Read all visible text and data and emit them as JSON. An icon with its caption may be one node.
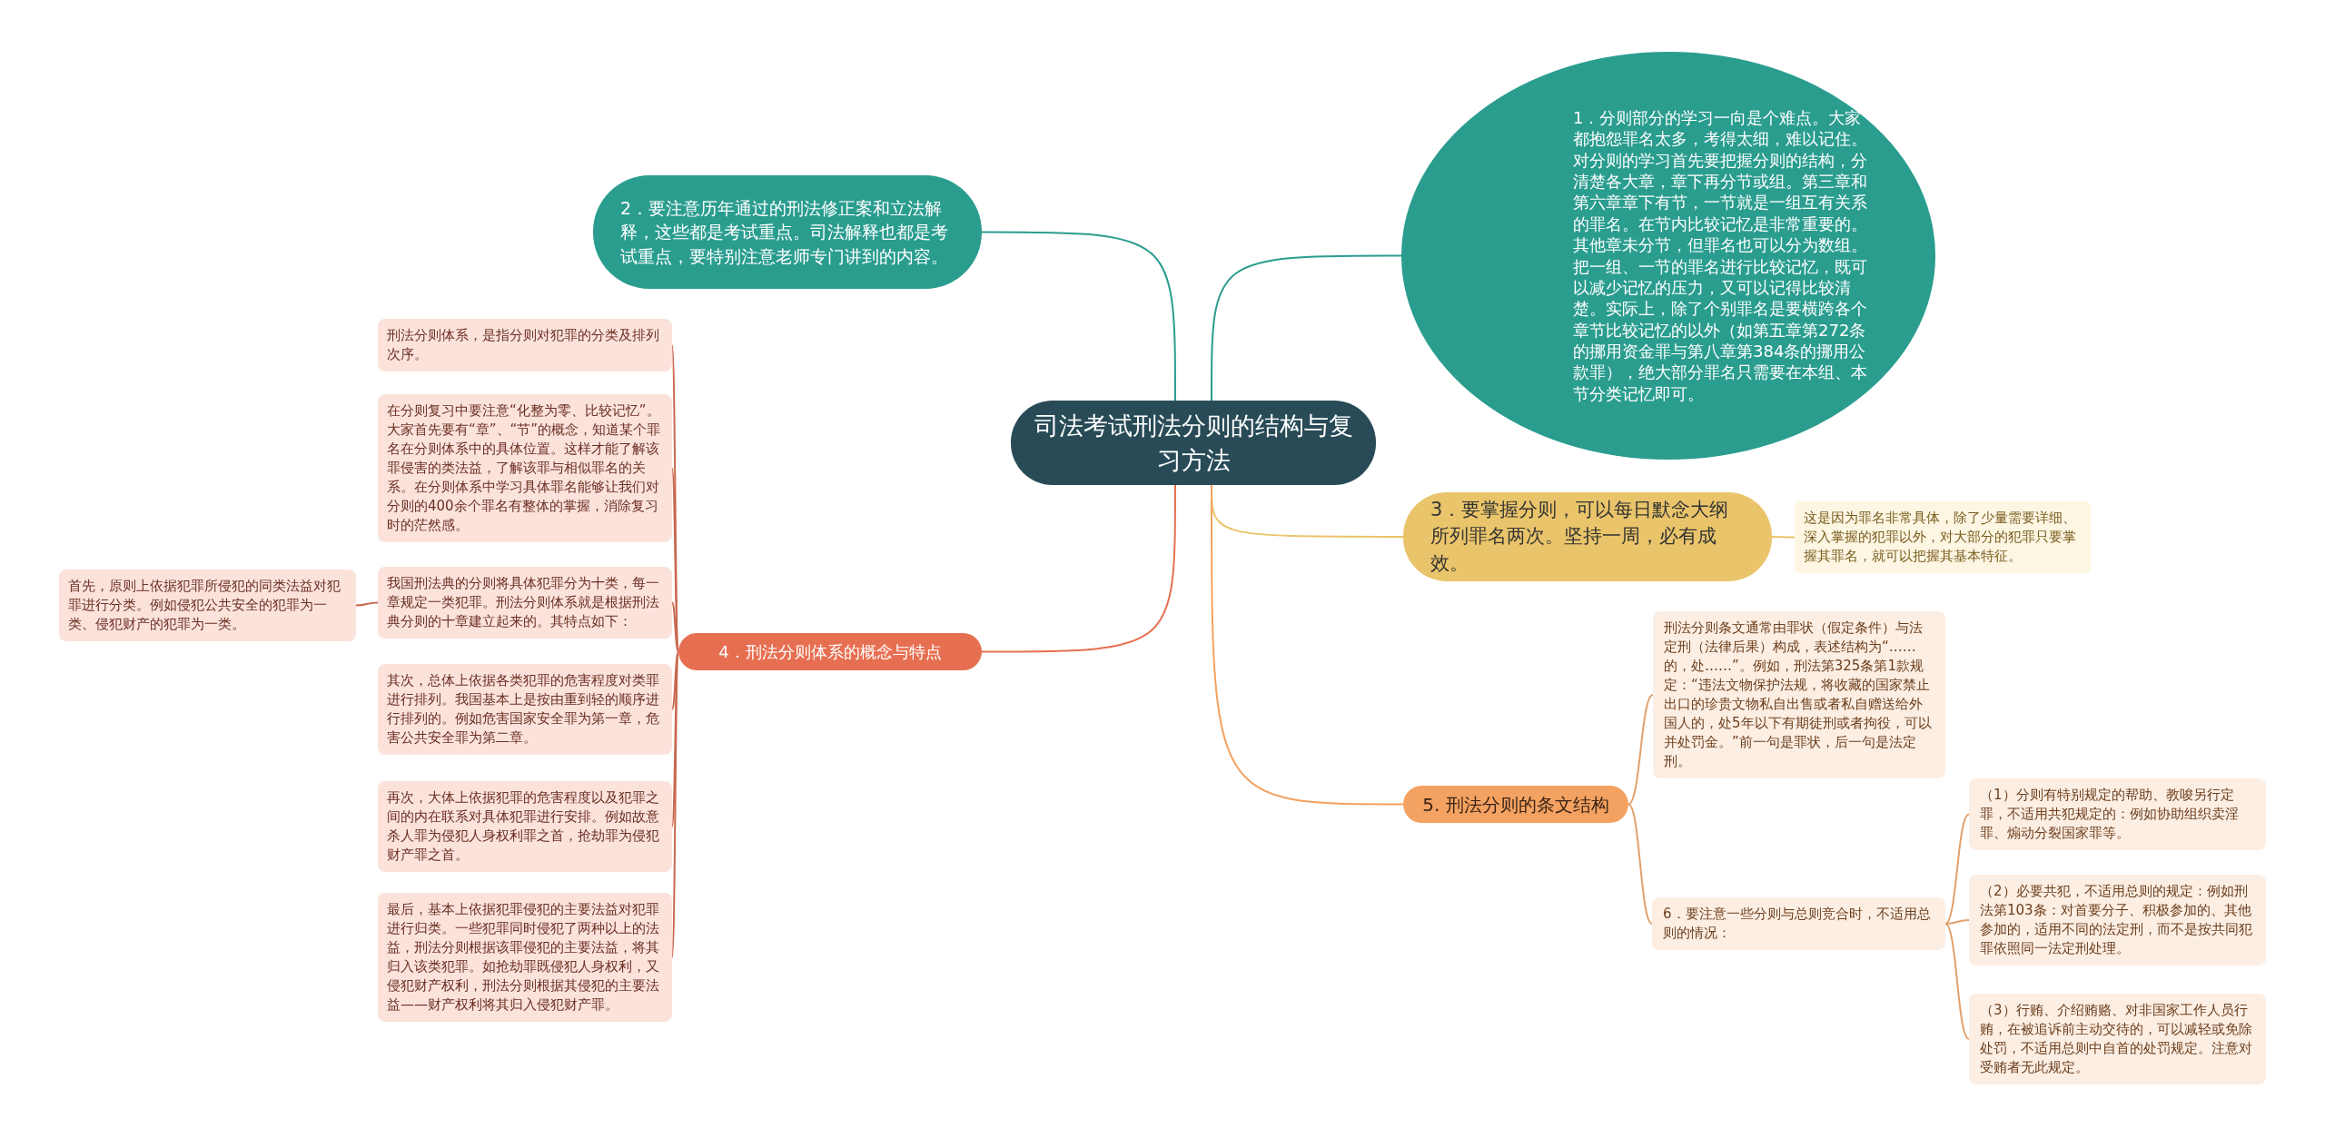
{
  "diagram": {
    "nodes": [
      {
        "text": [
          "司法考试刑法分则的结构与复习方法"
        ]
      },
      {
        "text": [
          "2．要注意历年通过的刑法修正案和立法解释，这些都是考试重点。司法解释也都是考试重点，要特别注意老师专门讲到的内容。"
        ]
      },
      {
        "text": [
          "1．分则部分的学习一向是个难点。大家都抱怨罪名太多，考得太细，难以记住。对分则的学习首先要把握分则的结构，分清楚各大章，章下再分节或组。第三章和第六章章下有节，一节就是一组互有关系的罪名。在节内比较记忆是非常重要的。其他章未分节，但罪名也可以分为数组。把一组、一节的罪名进行比较记忆，既可以减少记忆的压力，又可以记得比较清楚。实际上，除了个别罪名是要横跨各个章节比较记忆的以外（如第五章第272条的挪用资金罪与第八章第384条的挪用公款罪），绝大部分罪名只需要在本组、本节分类记忆即可。"
        ]
      },
      {
        "text": [
          "3．要掌握分则，可以每日默念大纲所列罪名两次。坚持一周，必有成效。"
        ]
      },
      {
        "text": [
          "这是因为罪名非常具体，除了少量需要详细、深入掌握的犯罪以外，对大部分的犯罪只要掌握其罪名，就可以把握其基本特征。"
        ]
      },
      {
        "text": [
          "4．刑法分则体系的概念与特点"
        ]
      },
      {
        "text": [
          "刑法分则体系，是指分则对犯罪的分类及排列次序。"
        ]
      },
      {
        "text": [
          "在分则复习中要注意“化整为零、比较记忆”。大家首先要有“章”、“节”的概念，知道某个罪名在分则体系中的具体位置。这样才能了解该罪侵害的类法益，了解该罪与相似罪名的关系。在分则体系中学习具体罪名能够让我们对分则的400余个罪名有整体的掌握，消除复习时的茫然感。"
        ]
      },
      {
        "text": [
          "我国刑法典的分则将具体犯罪分为十类，每一章规定一类犯罪。刑法分则体系就是根据刑法典分则的十章建立起来的。其特点如下："
        ]
      },
      {
        "text": [
          "其次，总体上依据各类犯罪的危害程度对类罪进行排列。我国基本上是按由重到轻的顺序进行排列的。例如危害国家安全罪为第一章，危害公共安全罪为第二章。"
        ]
      },
      {
        "text": [
          "再次，大体上依据犯罪的危害程度以及犯罪之间的内在联系对具体犯罪进行安排。例如故意杀人罪为侵犯人身权利罪之首，抢劫罪为侵犯财产罪之首。"
        ]
      },
      {
        "text": [
          "最后，基本上依据犯罪侵犯的主要法益对犯罪进行归类。一些犯罪同时侵犯了两种以上的法益，刑法分则根据该罪侵犯的主要法益，将其归入该类犯罪。如抢劫罪既侵犯人身权利，又侵犯财产权利，刑法分则根据其侵犯的主要法益——财产权利将其归入侵犯财产罪。"
        ]
      },
      {
        "text": [
          "首先，原则上依据犯罪所侵犯的同类法益对犯罪进行分类。例如侵犯公共安全的犯罪为一类、侵犯财产的犯罪为一类。"
        ]
      },
      {
        "text": [
          "5. 刑法分则的条文结构"
        ]
      },
      {
        "text": [
          "刑法分则条文通常由罪状（假定条件）与法定刑（法律后果）构成，表述结构为“……的，处……”。例如，刑法第325条第1款规定：“违法文物保护法规，将收藏的国家禁止出口的珍贵文物私自出售或者私自赠送给外国人的，处5年以下有期徒刑或者拘役，可以并处罚金。”前一句是罪状，后一句是法定刑。"
        ]
      },
      {
        "text": [
          "6．要注意一些分则与总则竞合时，不适用总则的情况："
        ]
      },
      {
        "text": [
          "（1）分则有特别规定的帮助、教唆另行定罪，不适用共犯规定的：例如协助组织卖淫罪、煽动分裂国家罪等。"
        ]
      },
      {
        "text": [
          "（2）必要共犯，不适用总则的规定：例如刑法第103条：对首要分子、积极参加的、其他参加的，适用不同的法定刑，而不是按共同犯罪依照同一法定刑处理。"
        ]
      },
      {
        "text": [
          "（3）行贿、介绍贿赂、对非国家工作人员行贿，在被追诉前主动交待的，可以减轻或免除处罚，不适用总则中自首的处罚规定。注意对受贿者无此规定。"
        ]
      }
    ],
    "edges": [
      {
        "from": 0,
        "to": 1,
        "arrow": "none",
        "color": "#2a9d8f"
      },
      {
        "from": 0,
        "to": 2,
        "arrow": "none",
        "color": "#2a9d8f"
      },
      {
        "from": 0,
        "to": 3,
        "arrow": "none",
        "color": "#e9c46a"
      },
      {
        "from": 3,
        "to": 4,
        "arrow": "none",
        "color": "#e9c46a"
      },
      {
        "from": 0,
        "to": 5,
        "arrow": "none",
        "color": "#e76f51"
      },
      {
        "from": 5,
        "to": 6,
        "arrow": "none",
        "color": "#c8684f"
      },
      {
        "from": 5,
        "to": 7,
        "arrow": "none",
        "color": "#c8684f"
      },
      {
        "from": 5,
        "to": 8,
        "arrow": "none",
        "color": "#c8684f"
      },
      {
        "from": 5,
        "to": 9,
        "arrow": "none",
        "color": "#c8684f"
      },
      {
        "from": 5,
        "to": 10,
        "arrow": "none",
        "color": "#c8684f"
      },
      {
        "from": 5,
        "to": 11,
        "arrow": "none",
        "color": "#c8684f"
      },
      {
        "from": 8,
        "to": 12,
        "arrow": "none",
        "color": "#c8684f"
      },
      {
        "from": 0,
        "to": 13,
        "arrow": "none",
        "color": "#f4a261"
      },
      {
        "from": 13,
        "to": 14,
        "arrow": "none",
        "color": "#e0a06a"
      },
      {
        "from": 13,
        "to": 15,
        "arrow": "none",
        "color": "#e0a06a"
      },
      {
        "from": 15,
        "to": 16,
        "arrow": "none",
        "color": "#e0a06a"
      },
      {
        "from": 15,
        "to": 17,
        "arrow": "none",
        "color": "#e0a06a"
      },
      {
        "from": 15,
        "to": 18,
        "arrow": "none",
        "color": "#e0a06a"
      }
    ]
  }
}
